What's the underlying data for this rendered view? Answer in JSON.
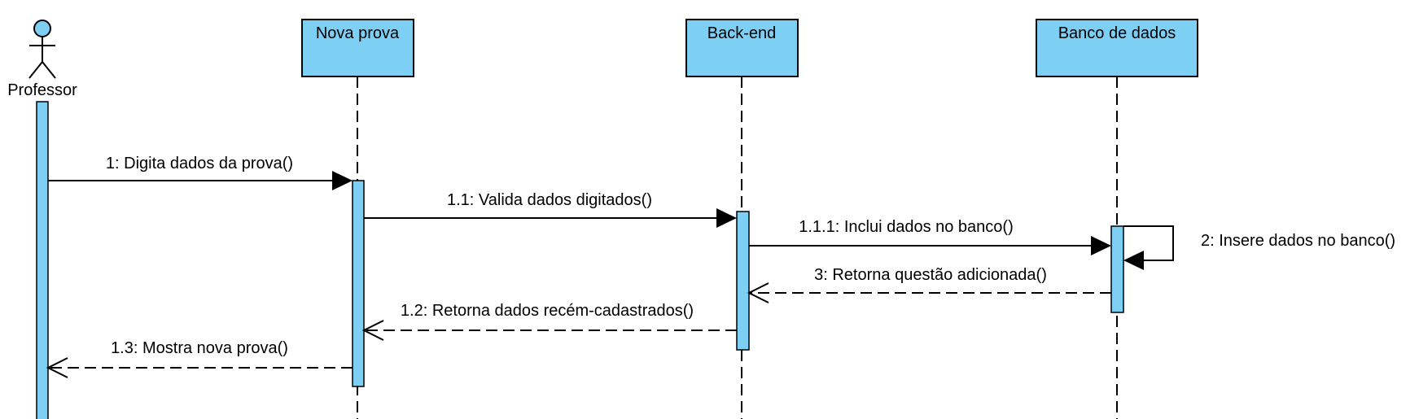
{
  "actor": {
    "label": "Professor"
  },
  "participants": [
    {
      "label": "Nova prova"
    },
    {
      "label": "Back-end"
    },
    {
      "label": "Banco de dados"
    }
  ],
  "messages": [
    {
      "label": "1: Digita dados da prova()",
      "kind": "sync"
    },
    {
      "label": "1.1: Valida dados digitados()",
      "kind": "sync"
    },
    {
      "label": "1.1.1: Inclui dados no banco()",
      "kind": "sync"
    },
    {
      "label": "2: Insere dados no banco()",
      "kind": "self"
    },
    {
      "label": "3: Retorna questão adicionada()",
      "kind": "return"
    },
    {
      "label": "1.2: Retorna dados recém-cadastrados()",
      "kind": "return"
    },
    {
      "label": "1.3: Mostra nova prova()",
      "kind": "return"
    }
  ],
  "colors": {
    "fill": "#7ECFF4",
    "line": "#000000"
  }
}
